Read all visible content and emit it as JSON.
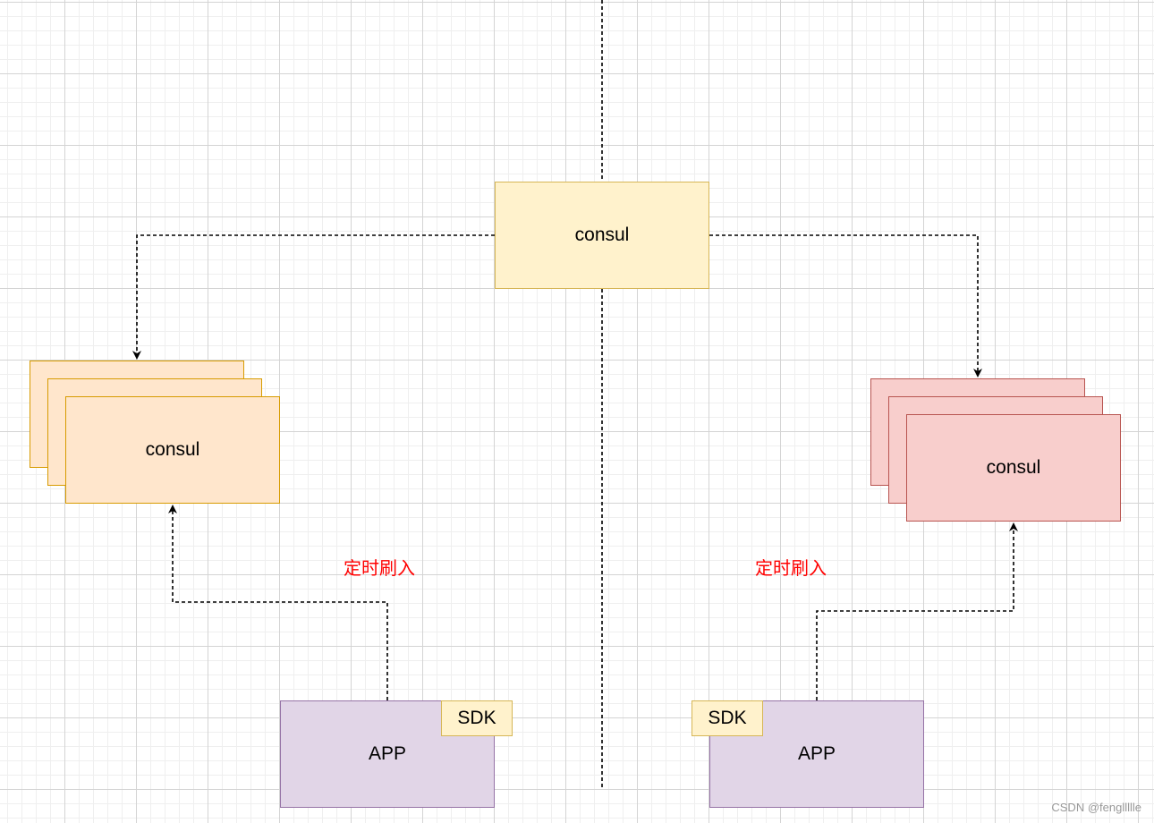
{
  "center_node": {
    "label": "consul"
  },
  "left_cluster": {
    "label": "consul"
  },
  "right_cluster": {
    "label": "consul"
  },
  "left_app": {
    "label": "APP",
    "sdk_label": "SDK"
  },
  "right_app": {
    "label": "APP",
    "sdk_label": "SDK"
  },
  "left_edge_label": "定时刷入",
  "right_edge_label": "定时刷入",
  "watermark": "CSDN @fengllllle"
}
